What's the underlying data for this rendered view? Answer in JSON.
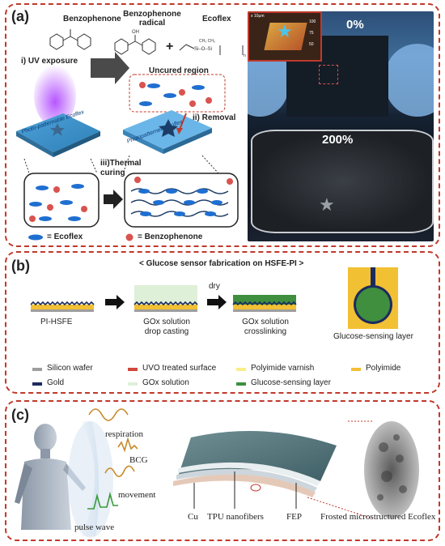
{
  "panel_a": {
    "label": "(a)",
    "chem": {
      "benzophenone": "Benzophenone",
      "radical": "Benzophenone radical",
      "ecoflex": "Ecoflex"
    },
    "steps": {
      "uv": "i) UV exposure",
      "uncured": "Uncured region",
      "removal": "ii) Removal",
      "thermal": "iii)Thermal curing"
    },
    "films": {
      "left": "Photo-patternable Ecoflex",
      "right": "Photopatterned Ecoflex"
    },
    "legend": {
      "ecoflex": "= Ecoflex",
      "benzophenone": "= Benzophenone"
    },
    "photo": {
      "strain_0": "0%",
      "strain_200": "200%",
      "inset_scale": "x 10μm",
      "inset_ticks": [
        "100",
        "75",
        "50"
      ]
    },
    "colors": {
      "ecoflex": "#1f6fd1",
      "benzophenone": "#d9534f"
    }
  },
  "panel_b": {
    "label": "(b)",
    "title": "< Glucose sensor fabrication on HSFE-PI >",
    "steps": [
      "PI-HSFE",
      "GOx solution drop casting",
      "GOx solution crosslinking"
    ],
    "dry": "dry",
    "sensor_label": "Glucose-sensing layer",
    "legend": [
      {
        "label": "Silicon wafer",
        "color": "#9e9e9e"
      },
      {
        "label": "UVO treated surface",
        "color": "#d0473e"
      },
      {
        "label": "Polyimide varnish",
        "color": "#f6ef8a"
      },
      {
        "label": "Polyimide",
        "color": "#f2c033"
      },
      {
        "label": "Gold",
        "color": "#1c2b5e"
      },
      {
        "label": "GOx solution",
        "color": "#dff0d8"
      },
      {
        "label": "Glucose-sensing layer",
        "color": "#3f8f3f"
      }
    ]
  },
  "panel_c": {
    "label": "(c)",
    "signals": [
      "respiration",
      "BCG",
      "movement",
      "pulse wave"
    ],
    "layers": [
      "Cu",
      "TPU nanofibers",
      "FEP",
      "Frosted microstructured Ecoflex"
    ]
  }
}
